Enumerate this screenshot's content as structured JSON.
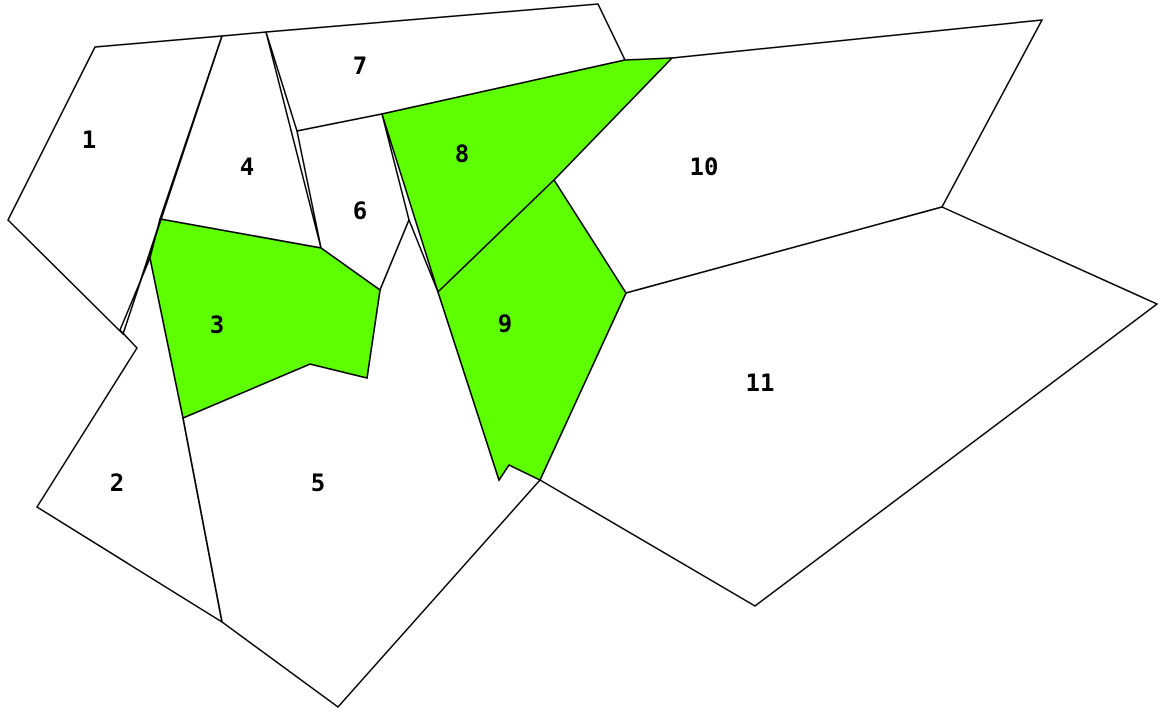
{
  "colors": {
    "selected": "#5eff00",
    "unselected": "#ffffff",
    "border": "#000000"
  },
  "regions": [
    {
      "id": "1",
      "label": "1",
      "selected": false
    },
    {
      "id": "2",
      "label": "2",
      "selected": false
    },
    {
      "id": "3",
      "label": "3",
      "selected": true
    },
    {
      "id": "4",
      "label": "4",
      "selected": false
    },
    {
      "id": "5",
      "label": "5",
      "selected": false
    },
    {
      "id": "6",
      "label": "6",
      "selected": false
    },
    {
      "id": "7",
      "label": "7",
      "selected": false
    },
    {
      "id": "8",
      "label": "8",
      "selected": true
    },
    {
      "id": "9",
      "label": "9",
      "selected": true
    },
    {
      "id": "10",
      "label": "10",
      "selected": false
    },
    {
      "id": "11",
      "label": "11",
      "selected": false
    }
  ]
}
